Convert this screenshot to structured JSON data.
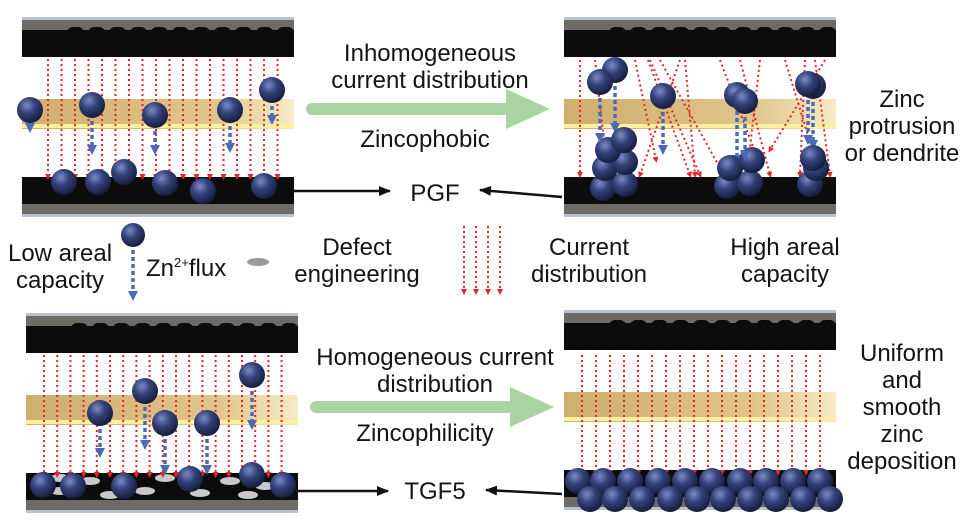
{
  "colors": {
    "electrode": "#0c0c0c",
    "electrode_edge": "#6e6a66",
    "electrode_rim": "#b8c2d0",
    "separator": "#d9bd84",
    "separator_light": "#f3e6b4",
    "separator_edge": "#fff0a0",
    "current_arrow": "#e0262a",
    "flux_arrow": "#4a6ab8",
    "zinc_ion": "#2c3a6e",
    "zinc_highlight": "#6a7bb5",
    "big_arrow": "#a9d3a0",
    "defect": "#c9c9c9"
  },
  "panels": {
    "top_left": {
      "name": "PGF low areal capacity"
    },
    "top_right": {
      "name": "PGF high areal capacity",
      "caption": [
        "Zinc",
        "protrusion",
        "or dendrite"
      ]
    },
    "bottom_left": {
      "name": "TGF5 low areal capacity"
    },
    "bottom_right": {
      "name": "TGF5 high areal capacity",
      "caption": [
        "Uniform",
        "and",
        "smooth",
        "zinc",
        "deposition"
      ]
    }
  },
  "top_transition": {
    "title_lines": [
      "Inhomogeneous",
      "current distribution"
    ],
    "property": "Zincophobic",
    "material": "PGF"
  },
  "bottom_transition": {
    "title_lines": [
      "Homogeneous current",
      "distribution"
    ],
    "property": "Zincophilicity",
    "material": "TGF5"
  },
  "legend": {
    "low_capacity": [
      "Low areal",
      "capacity"
    ],
    "zn_flux_prefix": "Zn",
    "zn_flux_sup": "2+",
    "zn_flux_suffix": "flux",
    "defect": [
      "Defect",
      "engineering"
    ],
    "current": [
      "Current",
      "distribution"
    ],
    "high_capacity": [
      "High areal",
      "capacity"
    ]
  }
}
